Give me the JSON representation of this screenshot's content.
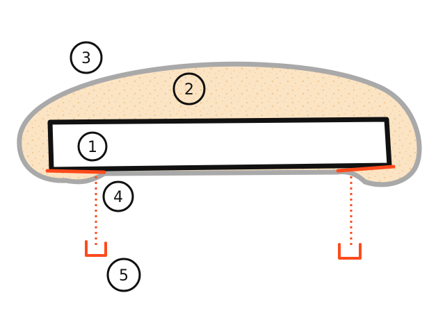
{
  "diagram": {
    "colors": {
      "outline": "#111111",
      "shell": "#a9a9a9",
      "fill": "#fbe4c4",
      "speckle": "#f4c98f",
      "accent": "#ff4a1c",
      "background": "#ffffff"
    },
    "callouts": [
      {
        "label": "1"
      },
      {
        "label": "2"
      },
      {
        "label": "3"
      },
      {
        "label": "4"
      },
      {
        "label": "5"
      }
    ]
  }
}
